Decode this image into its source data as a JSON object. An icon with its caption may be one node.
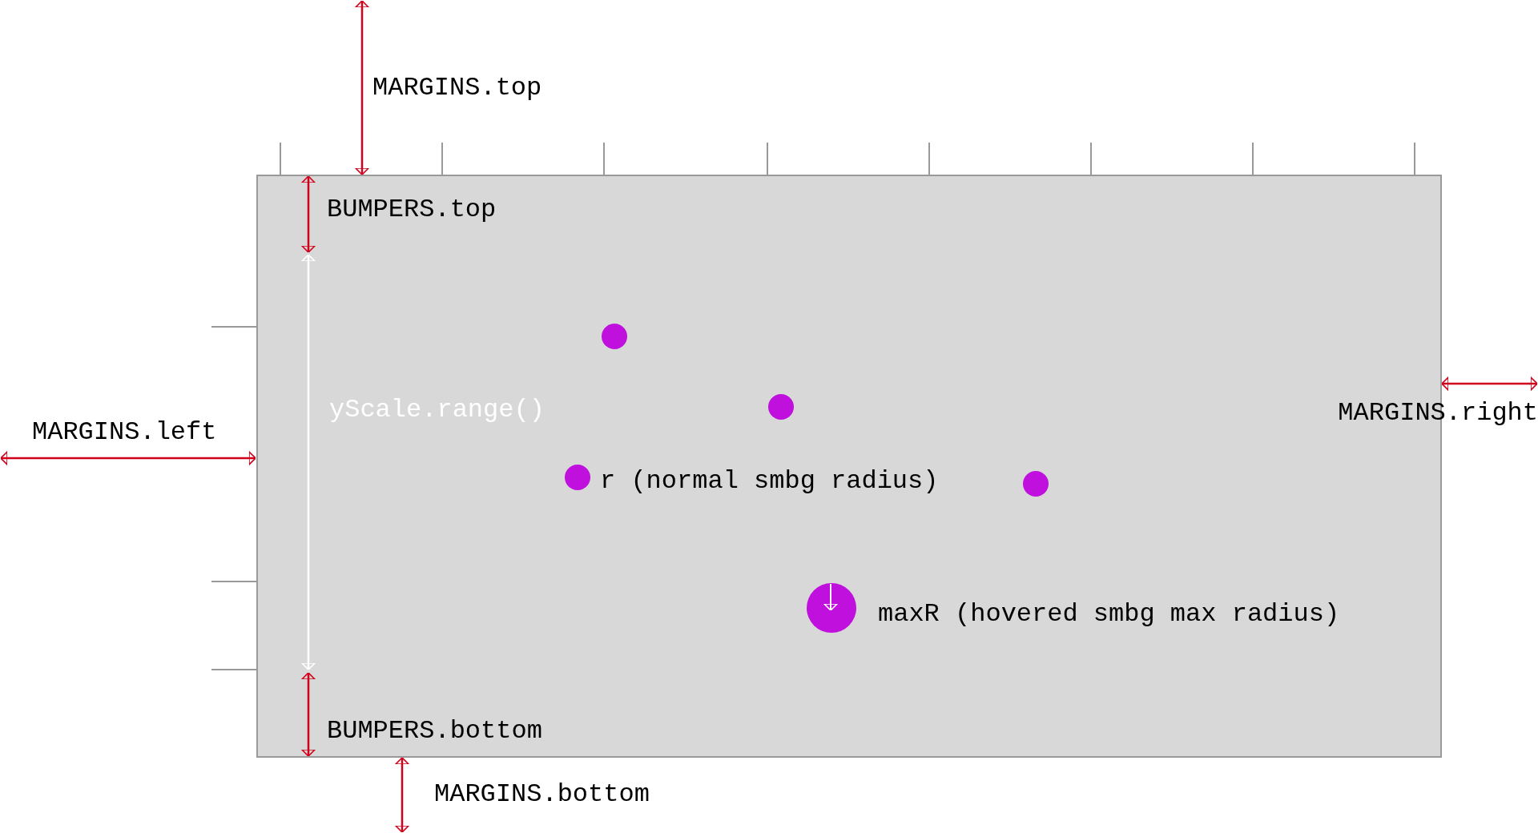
{
  "diagram": {
    "labels": [
      "MARGINS.top",
      "BUMPERS.top",
      "yScale.range()",
      "MARGINS.left",
      "MARGINS.right",
      "r (normal smbg radius)",
      "maxR (hovered smbg max radius)",
      "BUMPERS.bottom",
      "MARGINS.bottom"
    ]
  }
}
